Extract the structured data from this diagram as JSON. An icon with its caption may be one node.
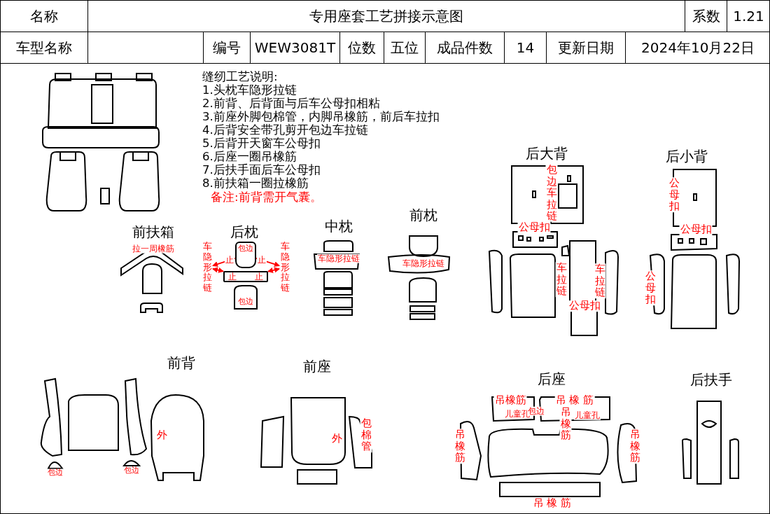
{
  "diagram": {
    "title": "专用座套工艺拼接示意图",
    "nodes": [
      {
        "text": [
          "车隐形拉链"
        ]
      },
      {
        "text": [
          "包边"
        ]
      },
      {
        "text": [],
        "shape": "box"
      },
      {
        "text": [
          "车隐形拉链"
        ]
      }
    ],
    "edges": [
      {
        "from": 0,
        "to": 1,
        "arrow": "both"
      },
      {
        "from": 0,
        "to": 2,
        "arrow": "both"
      },
      {
        "from": 3,
        "to": 1,
        "arrow": "both"
      },
      {
        "from": 3,
        "to": 2,
        "arrow": "both"
      }
    ],
    "labels": [
      "名称",
      "系数",
      "1.21",
      "车型名称",
      "编号",
      "WEW3081T",
      "位数",
      "五位",
      "成品件数",
      "14",
      "更新日期",
      "2024年10月22日",
      "缝纫工艺说明:",
      "1.头枕车隐形拉链",
      "2.前背、后背面与后车公母扣相粘",
      "3.前座外脚包棉管，内脚吊橡筋，前后车拉扣",
      "4.后背安全带孔剪开包边车拉链",
      "5.后背开天窗车公母扣",
      "6.后座一圈吊橡筋",
      "7.后扶手面后车公母扣",
      "8.前扶箱一圈拉橡筋",
      "备注:前背需开气囊。",
      "后大背",
      "包边车拉链",
      "公母扣",
      "车拉链",
      "车拉链",
      "公母扣",
      "后小背",
      "公母扣",
      "公母扣",
      "公母扣",
      "前扶箱",
      "拉一周橡筋",
      "后枕",
      "止",
      "止",
      "止",
      "止",
      "包边",
      "中枕",
      "车隐形拉链",
      "前枕",
      "车隐形拉链",
      "前背",
      "外",
      "包边",
      "包边",
      "前座",
      "外",
      "包棉管",
      "后座",
      "吊橡筋",
      "儿童孔",
      "包边",
      "吊 橡 筋",
      "吊橡筋",
      "儿童孔",
      "吊橡筋",
      "吊橡筋",
      "吊 橡 筋",
      "后扶手"
    ]
  }
}
